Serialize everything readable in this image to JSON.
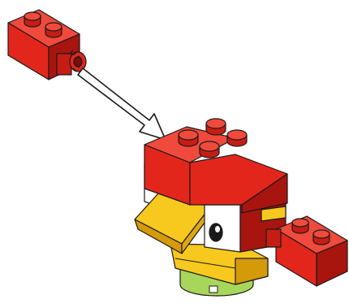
{
  "illustration": {
    "subject": "lego-brick-assembly-step",
    "parts": [
      "loose-brick",
      "assembly-arrow",
      "bird-head-model",
      "side-brick"
    ],
    "colors": {
      "red": "#e3261c",
      "red_dark": "#a8140e",
      "red_light": "#f04a3c",
      "yellow": "#f7c81e",
      "yellow_dark": "#d59a0a",
      "green": "#a8d65a",
      "white": "#ffffff",
      "outline": "#1a1a1a"
    }
  }
}
